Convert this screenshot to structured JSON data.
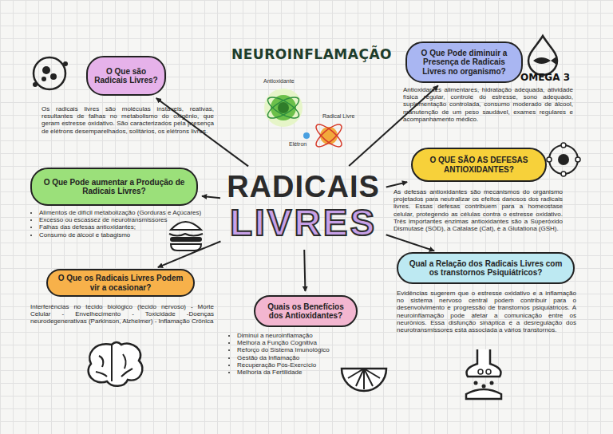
{
  "diagram": {
    "title": "NEUROINFLAMAÇÃO",
    "nodes": [
      {
        "text": [
          "O Que são Radicais Livres?",
          "Os radicais livres são moléculas instáveis, reativas, resultantes de falhas no metabolismo do oxigênio, que geram estresse oxidativo. São caracterizados pela presença de elétrons desemparelhados, solitários, os elétrons livres."
        ]
      },
      {
        "text": [
          "O Que Pode diminuir a Presença de Radicais Livres no organismo?",
          "Antioxidantes alimentares, hidratação adequada, atividade física regular, controle do estresse, sono adequado, suplementação controlada, consumo moderado de álcool, manutenção de um peso saudável, exames regulares e acompanhamento médico."
        ]
      },
      {
        "text": [
          "O QUE SÃO AS DEFESAS ANTIOXIDANTES?",
          "As defesas antioxidantes são mecanismos do organismo projetados para neutralizar os efeitos danosos dos radicais livres. Essas defesas contribuem para a homeostase celular, protegendo as células contra o estresse oxidativo. Três importantes enzimas antioxidantes são a Superóxido Dismutase (SOD), a Catalase (Cat), e a Glutationa (GSH)."
        ]
      },
      {
        "text": [
          "O Que Pode aumentar a Produção de Radicais Livres?",
          "Alimentos de difícil metabolização (Gorduras e Açúcares)",
          "Excesso ou escassez de neurotransmissores",
          "Falhas das defesas antioxidantes;",
          "Consumo de álcool e tabagismo"
        ]
      },
      {
        "text": [
          "RADICAIS",
          "LIVRES"
        ]
      },
      {
        "text": [
          "Qual a Relação dos Radicais Livres com os transtornos Psiquiátricos?",
          "Evidências sugerem que o estresse oxidativo e a inflamação no sistema nervoso central podem contribuir para o desenvolvimento e progressão de transtornos psiquiátricos. A neuroinflamação pode afetar a comunicação entre os neurônios. Essa disfunção sináptica e a desregulação dos neurotransmissores está associada a vários transtornos."
        ]
      },
      {
        "text": [
          "O Que os Radicais Livres Podem vir a ocasionar?",
          "Interferências no tecido biológico (tecido nervoso) - Morte Celular - Envelhecimento - Toxicidade -Doenças neurodegenerativas (Parkinson, Alzheimer) - Inflamação Crônica"
        ]
      },
      {
        "text": [
          "Quais os Benefícios dos Antioxidantes?",
          "Diminui a neuroinflamação",
          "Melhora a Função Cognitiva",
          "Reforço do Sistema Imunológico",
          "Gestão da Inflamação",
          "Recuperação Pós-Exercício",
          "Melhoria da Fertilidade"
        ]
      }
    ],
    "edges": [
      {
        "from": 4,
        "to": 0,
        "arrow": "to"
      },
      {
        "from": 4,
        "to": 1,
        "arrow": "to"
      },
      {
        "from": 4,
        "to": 2,
        "arrow": "to"
      },
      {
        "from": 4,
        "to": 3,
        "arrow": "to"
      },
      {
        "from": 4,
        "to": 5,
        "arrow": "to"
      },
      {
        "from": 4,
        "to": 6,
        "arrow": "to"
      },
      {
        "from": 4,
        "to": 7,
        "arrow": "to"
      }
    ],
    "labels": [
      "Antioxidante",
      "Radical Livre",
      "Elétron",
      "OMEGA 3"
    ]
  }
}
